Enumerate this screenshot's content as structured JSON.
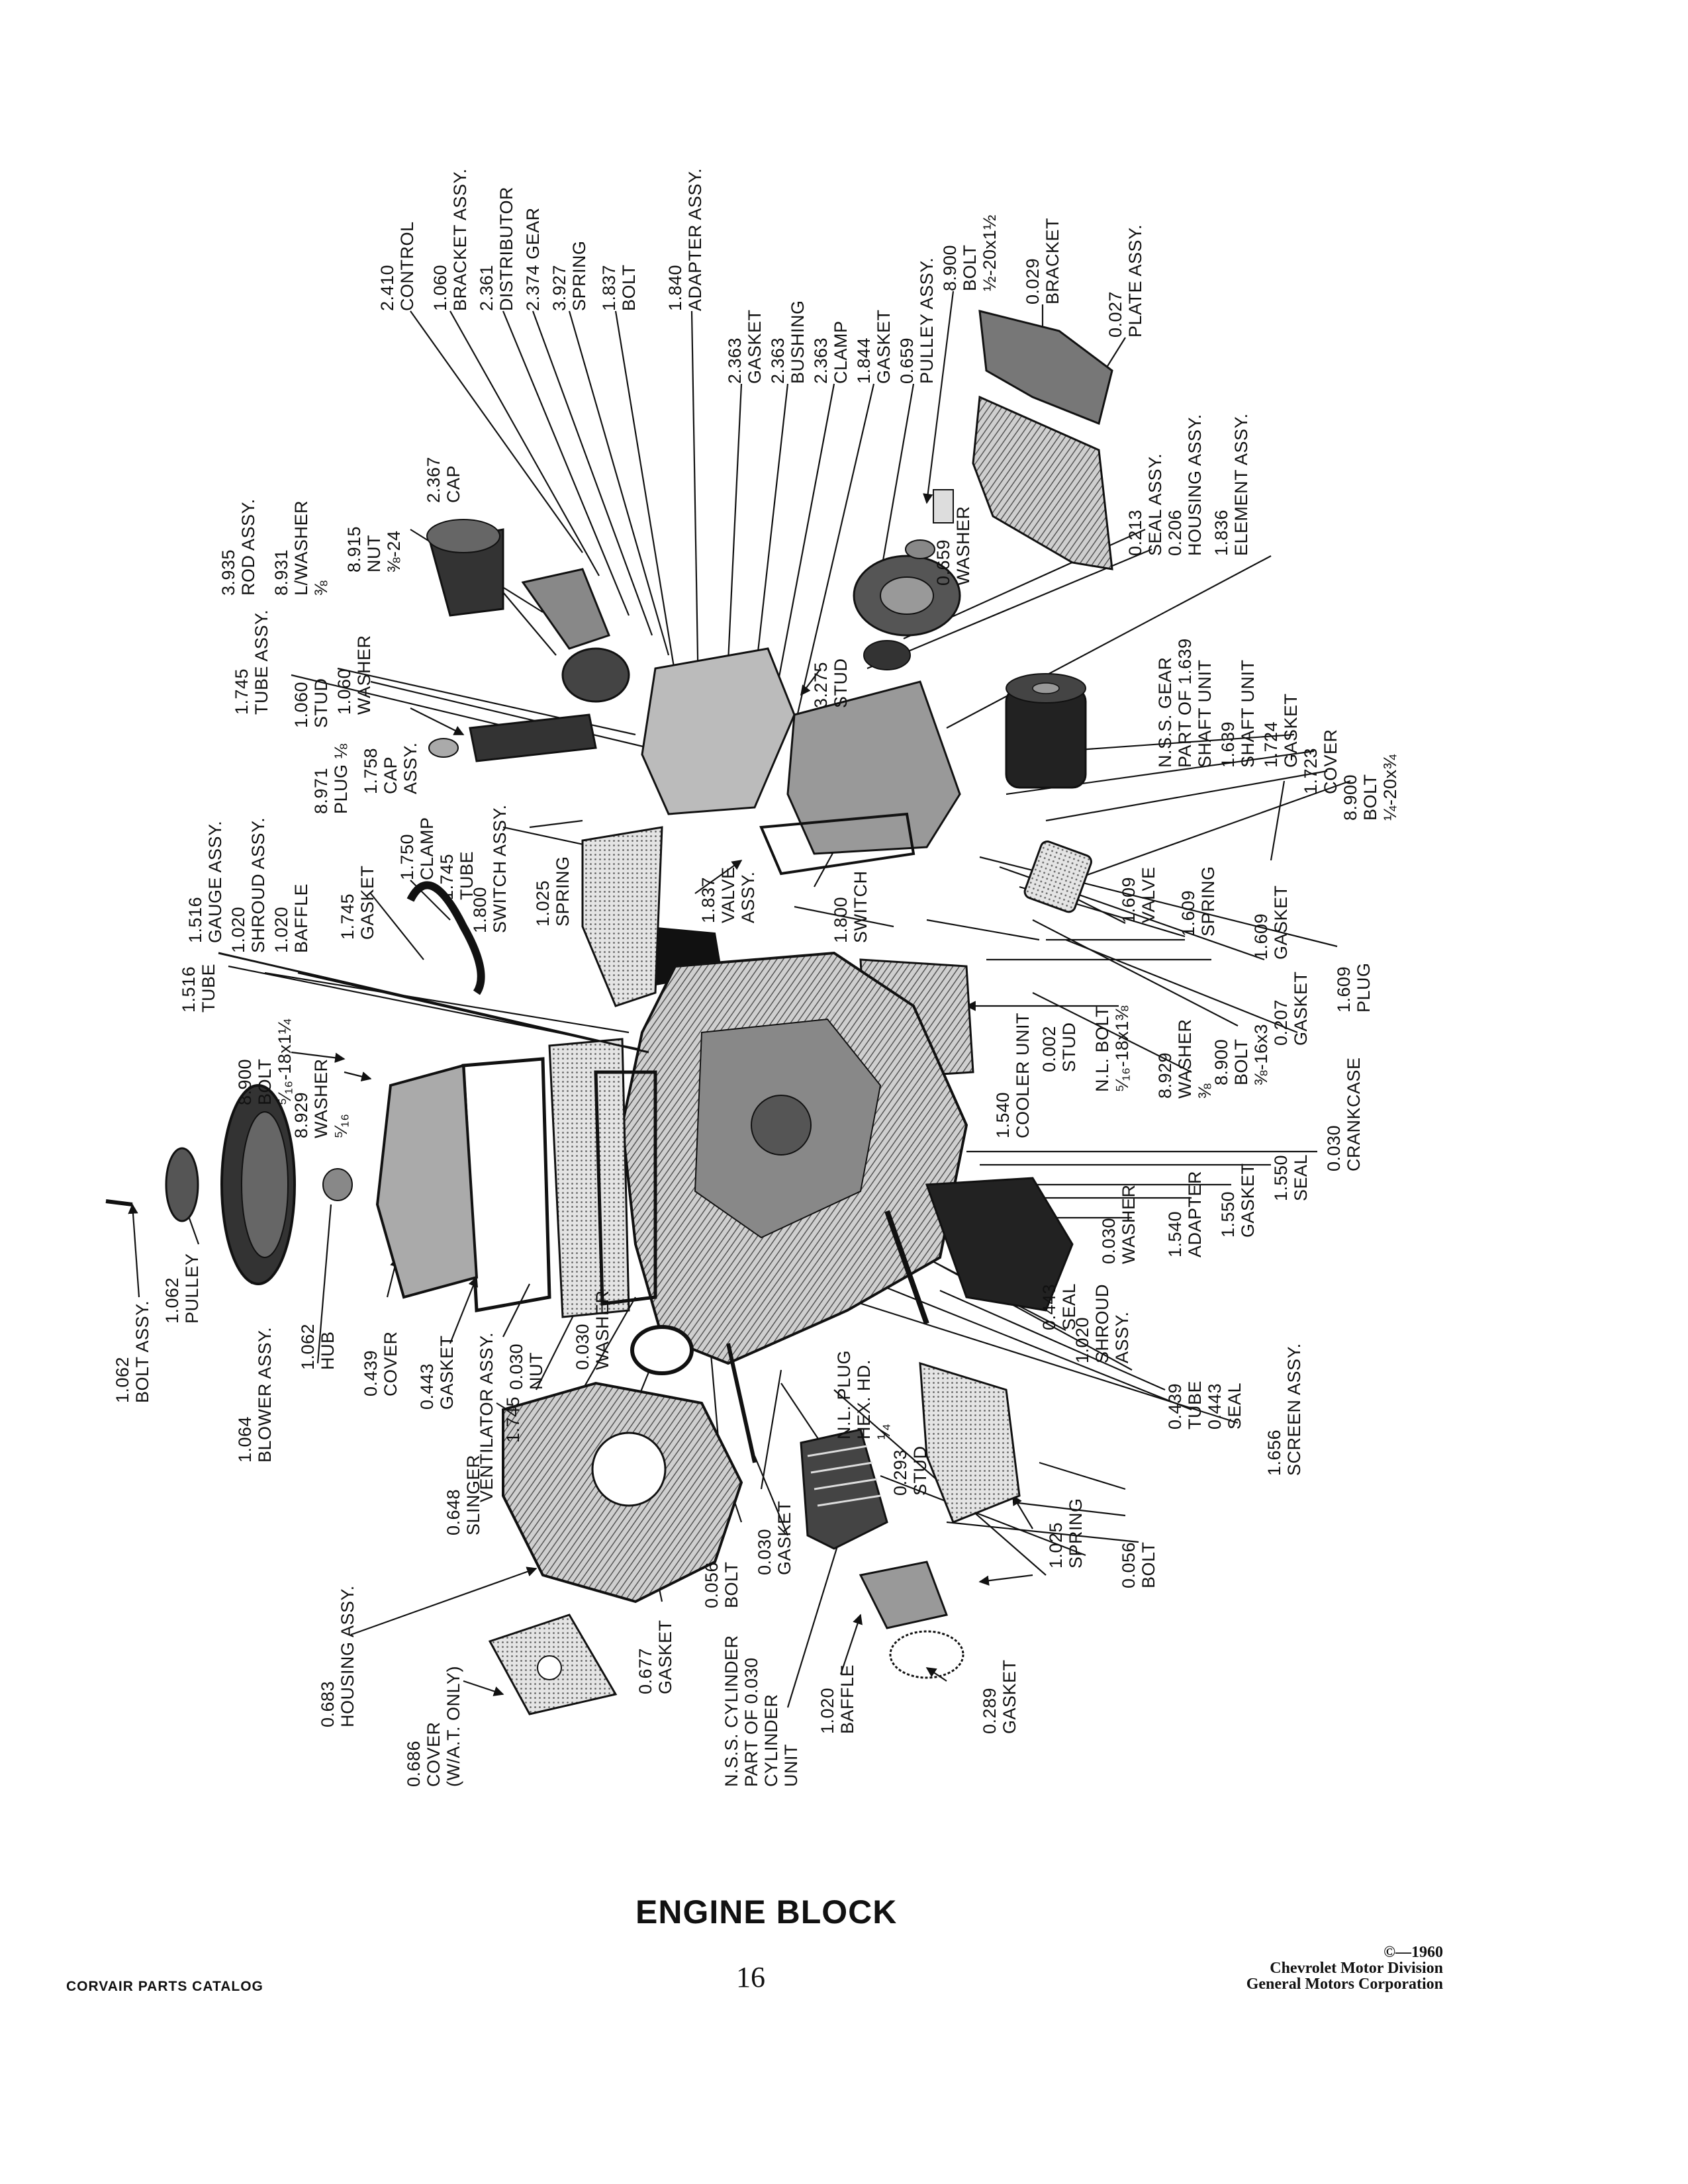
{
  "page": {
    "title": "ENGINE BLOCK",
    "page_number": "16",
    "catalog": "CORVAIR PARTS CATALOG",
    "copyright": [
      "©—1960",
      "Chevrolet Motor Division",
      "General Motors Corporation"
    ]
  },
  "callouts": [
    {
      "id": "c1",
      "lines": [
        "2.410",
        "CONTROL"
      ]
    },
    {
      "id": "c2",
      "lines": [
        "1.060",
        "BRACKET ASSY."
      ]
    },
    {
      "id": "c3",
      "lines": [
        "2.361",
        "DISTRIBUTOR"
      ]
    },
    {
      "id": "c4",
      "lines": [
        "2.374 GEAR"
      ]
    },
    {
      "id": "c5",
      "lines": [
        "3.927",
        "SPRING"
      ]
    },
    {
      "id": "c6",
      "lines": [
        "1.837",
        "BOLT"
      ]
    },
    {
      "id": "c7",
      "lines": [
        "1.840",
        "ADAPTER ASSY."
      ]
    },
    {
      "id": "c8",
      "lines": [
        "2.363",
        "GASKET"
      ]
    },
    {
      "id": "c9",
      "lines": [
        "2.363",
        "BUSHING"
      ]
    },
    {
      "id": "c10",
      "lines": [
        "2.363",
        "CLAMP"
      ]
    },
    {
      "id": "c11",
      "lines": [
        "1.844",
        "GASKET"
      ]
    },
    {
      "id": "c12",
      "lines": [
        "0.659",
        "PULLEY ASSY."
      ]
    },
    {
      "id": "c13",
      "lines": [
        "8.900",
        "BOLT",
        "½-20x1½"
      ]
    },
    {
      "id": "c14",
      "lines": [
        "0.029",
        "BRACKET"
      ]
    },
    {
      "id": "c15",
      "lines": [
        "0.027",
        "PLATE ASSY."
      ]
    },
    {
      "id": "c16",
      "lines": [
        "2.367",
        "CAP"
      ]
    },
    {
      "id": "c17",
      "lines": [
        "8.915",
        "NUT",
        "⅜-24"
      ]
    },
    {
      "id": "c18",
      "lines": [
        "8.931",
        "L/WASHER",
        "⅜"
      ]
    },
    {
      "id": "c19",
      "lines": [
        "3.935",
        "ROD ASSY."
      ]
    },
    {
      "id": "c20",
      "lines": [
        "0.659",
        "WASHER"
      ]
    },
    {
      "id": "c21",
      "lines": [
        "0.213",
        "SEAL ASSY."
      ]
    },
    {
      "id": "c22",
      "lines": [
        "0.206",
        "HOUSING ASSY."
      ]
    },
    {
      "id": "c23",
      "lines": [
        "1.836",
        "ELEMENT ASSY."
      ]
    },
    {
      "id": "c24",
      "lines": [
        "1.745",
        "TUBE ASSY."
      ]
    },
    {
      "id": "c25",
      "lines": [
        "1.060",
        "STUD"
      ]
    },
    {
      "id": "c26",
      "lines": [
        "1.060",
        "WASHER"
      ]
    },
    {
      "id": "c27",
      "lines": [
        "3.275",
        "STUD"
      ]
    },
    {
      "id": "c28",
      "lines": [
        "1.758",
        "CAP",
        "ASSY."
      ]
    },
    {
      "id": "c29",
      "lines": [
        "N.S.S. GEAR",
        "PART OF 1.639",
        "SHAFT UNIT"
      ]
    },
    {
      "id": "c30",
      "lines": [
        "1.639",
        "SHAFT UNIT"
      ]
    },
    {
      "id": "c31",
      "lines": [
        "1.724",
        "GASKET"
      ]
    },
    {
      "id": "c32",
      "lines": [
        "1.723",
        "COVER"
      ]
    },
    {
      "id": "c33",
      "lines": [
        "8.900",
        "BOLT",
        "¼-20x¾"
      ]
    },
    {
      "id": "c34",
      "lines": [
        "1.516",
        "GAUGE ASSY."
      ]
    },
    {
      "id": "c35",
      "lines": [
        "1.020",
        "SHROUD ASSY."
      ]
    },
    {
      "id": "c36",
      "lines": [
        "1.020",
        "BAFFLE"
      ]
    },
    {
      "id": "c37",
      "lines": [
        "8.971",
        "PLUG ⅛"
      ]
    },
    {
      "id": "c38",
      "lines": [
        "1.745",
        "GASKET"
      ]
    },
    {
      "id": "c39",
      "lines": [
        "1.750",
        "CLAMP"
      ]
    },
    {
      "id": "c40",
      "lines": [
        "1.745",
        "TUBE"
      ]
    },
    {
      "id": "c41",
      "lines": [
        "1.800",
        "SWITCH ASSY."
      ]
    },
    {
      "id": "c42",
      "lines": [
        "1.025",
        "SPRING"
      ]
    },
    {
      "id": "c43",
      "lines": [
        "1.837",
        "VALVE",
        "ASSY."
      ]
    },
    {
      "id": "c44",
      "lines": [
        "1.800",
        "SWITCH"
      ]
    },
    {
      "id": "c45",
      "lines": [
        "1.609",
        "VALVE"
      ]
    },
    {
      "id": "c46",
      "lines": [
        "1.609",
        "SPRING"
      ]
    },
    {
      "id": "c47",
      "lines": [
        "1.609",
        "GASKET"
      ]
    },
    {
      "id": "c48",
      "lines": [
        "1.609",
        "PLUG"
      ]
    },
    {
      "id": "c49",
      "lines": [
        "1.516",
        "TUBE"
      ]
    },
    {
      "id": "c50",
      "lines": [
        "8.900",
        "BOLT",
        "⁵⁄₁₆-18x1¼"
      ]
    },
    {
      "id": "c51",
      "lines": [
        "8.929",
        "WASHER",
        "⁵⁄₁₆"
      ]
    },
    {
      "id": "c52",
      "lines": [
        "0.002",
        "STUD"
      ]
    },
    {
      "id": "c53",
      "lines": [
        "N.L. BOLT",
        "⁵⁄₁₆-18x1⅜"
      ]
    },
    {
      "id": "c54",
      "lines": [
        "8.929",
        "WASHER",
        "⅜"
      ]
    },
    {
      "id": "c55",
      "lines": [
        "8.900",
        "BOLT",
        "⅜-16x3"
      ]
    },
    {
      "id": "c56",
      "lines": [
        "0.207",
        "GASKET"
      ]
    },
    {
      "id": "c57",
      "lines": [
        "1.540",
        "COOLER UNIT"
      ]
    },
    {
      "id": "c58",
      "lines": [
        "0.030",
        "CRANKCASE"
      ]
    },
    {
      "id": "c59",
      "lines": [
        "1.550",
        "SEAL"
      ]
    },
    {
      "id": "c60",
      "lines": [
        "1.550",
        "GASKET"
      ]
    },
    {
      "id": "c61",
      "lines": [
        "1.540",
        "ADAPTER"
      ]
    },
    {
      "id": "c62",
      "lines": [
        "0.030",
        "WASHER"
      ]
    },
    {
      "id": "c63",
      "lines": [
        "1.020",
        "SHROUD",
        "ASSY."
      ]
    },
    {
      "id": "c64",
      "lines": [
        "0.443",
        "SEAL"
      ]
    },
    {
      "id": "c65",
      "lines": [
        "0.439",
        "TUBE"
      ]
    },
    {
      "id": "c66",
      "lines": [
        "0.443",
        "SEAL"
      ]
    },
    {
      "id": "c67",
      "lines": [
        "1.656",
        "SCREEN ASSY."
      ]
    },
    {
      "id": "c68",
      "lines": [
        "1.062",
        "BOLT ASSY."
      ]
    },
    {
      "id": "c69",
      "lines": [
        "1.062",
        "PULLEY"
      ]
    },
    {
      "id": "c70",
      "lines": [
        "1.064",
        "BLOWER ASSY."
      ]
    },
    {
      "id": "c71",
      "lines": [
        "1.062",
        "HUB"
      ]
    },
    {
      "id": "c72",
      "lines": [
        "0.439",
        "COVER"
      ]
    },
    {
      "id": "c73",
      "lines": [
        "0.443",
        "GASKET"
      ]
    },
    {
      "id": "c74",
      "lines": [
        "VENTILATOR ASSY."
      ]
    },
    {
      "id": "c75",
      "lines": [
        "0.030",
        "NUT"
      ]
    },
    {
      "id": "c76",
      "lines": [
        "0.030",
        "WASHER"
      ]
    },
    {
      "id": "c77",
      "lines": [
        "N.L. PLUG",
        "HEX. HD.",
        "¼"
      ]
    },
    {
      "id": "c78",
      "lines": [
        "0.293",
        "STUD"
      ]
    },
    {
      "id": "c79",
      "lines": [
        "1.745"
      ]
    },
    {
      "id": "c80",
      "lines": [
        "0.648",
        "SLINGER"
      ]
    },
    {
      "id": "c81",
      "lines": [
        "0.683",
        "HOUSING ASSY."
      ]
    },
    {
      "id": "c82",
      "lines": [
        "0.686",
        "COVER",
        "(W/A.T. ONLY)"
      ]
    },
    {
      "id": "c83",
      "lines": [
        "0.677",
        "GASKET"
      ]
    },
    {
      "id": "c84",
      "lines": [
        "0.056",
        "BOLT"
      ]
    },
    {
      "id": "c85",
      "lines": [
        "0.030",
        "GASKET"
      ]
    },
    {
      "id": "c86",
      "lines": [
        "N.S.S. CYLINDER",
        "PART OF 0.030",
        "CYLINDER",
        "UNIT"
      ]
    },
    {
      "id": "c87",
      "lines": [
        "1.020",
        "BAFFLE"
      ]
    },
    {
      "id": "c88",
      "lines": [
        "0.289",
        "GASKET"
      ]
    },
    {
      "id": "c89",
      "lines": [
        "1.025",
        "SPRING"
      ]
    },
    {
      "id": "c90",
      "lines": [
        "0.056",
        "BOLT"
      ]
    }
  ],
  "icons": [
    "engine-block-illustration",
    "leader-line",
    "arrowhead"
  ]
}
